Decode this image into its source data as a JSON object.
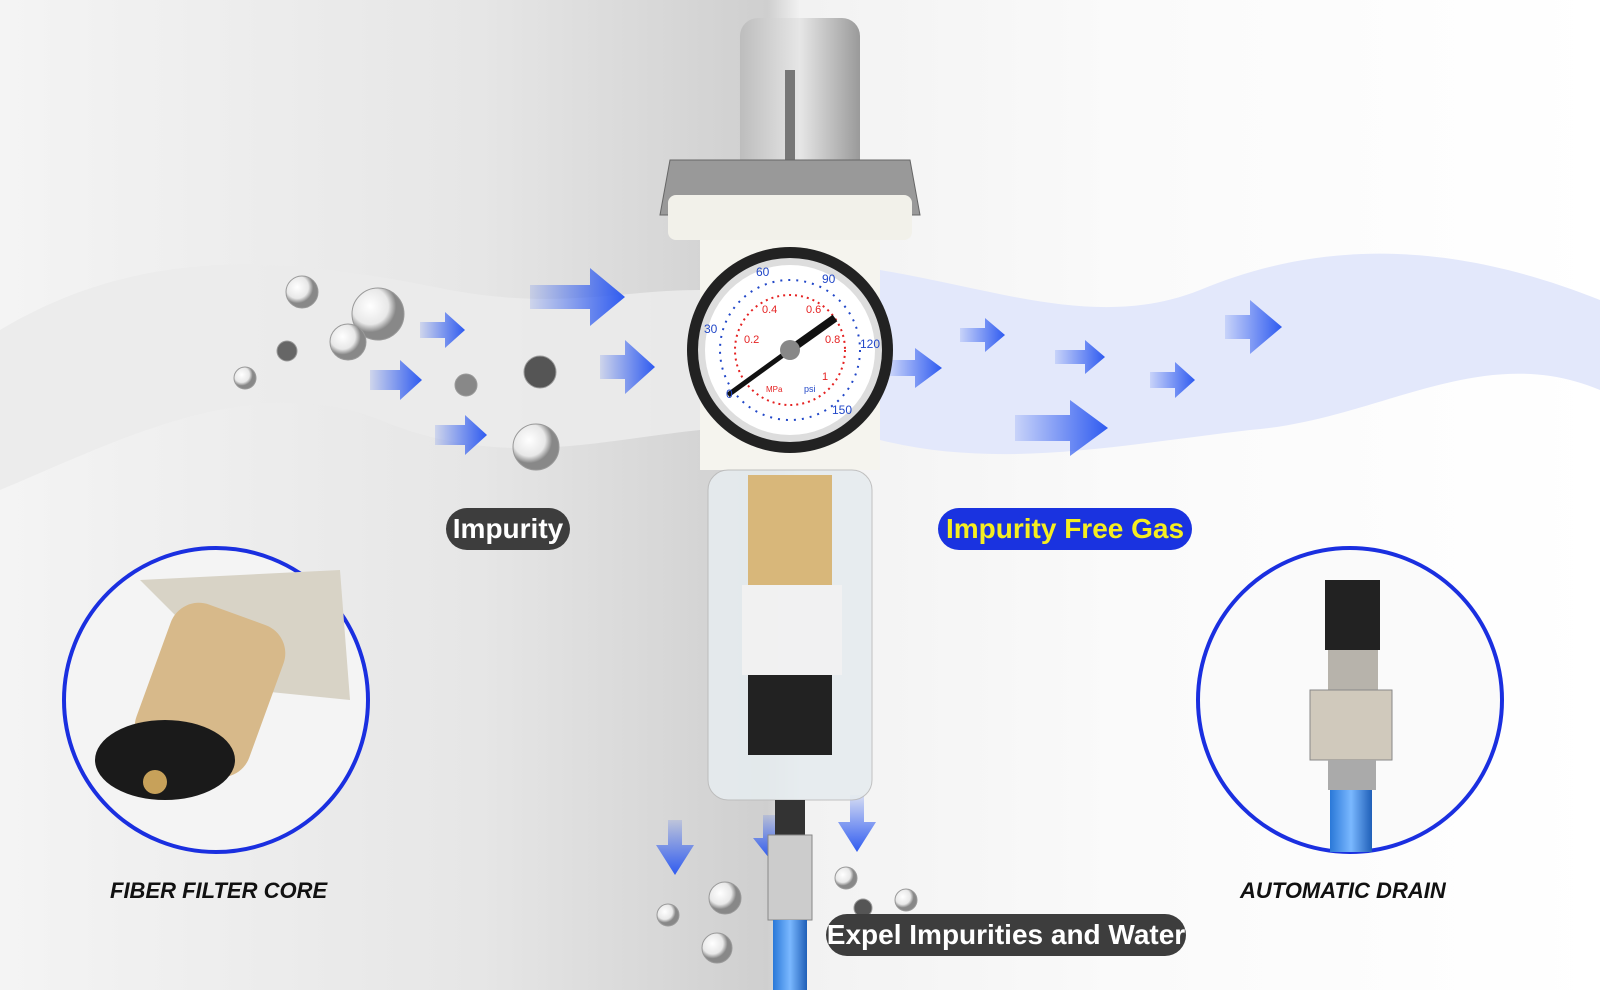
{
  "labels": {
    "impurity": "Impurity",
    "impurity_free_gas": "Impurity Free Gas",
    "expel": "Expel Impurities and Water",
    "fiber_filter_core": "FIBER FILTER CORE",
    "automatic_drain": "AUTOMATIC DRAIN"
  },
  "gauge": {
    "psi_ticks": [
      "0",
      "30",
      "60",
      "90",
      "120",
      "150"
    ],
    "mpa_ticks": [
      "0.2",
      "0.4",
      "0.6",
      "0.8",
      "1"
    ],
    "unit_mpa": "MPa",
    "unit_psi": "psi"
  },
  "colors": {
    "arrow": "#2f5bf0",
    "ring": "#1a2fe0",
    "pill_blue": "#1a33e0",
    "pill_text": "#f5ee20",
    "pill_dark": "#3d3d3d"
  }
}
